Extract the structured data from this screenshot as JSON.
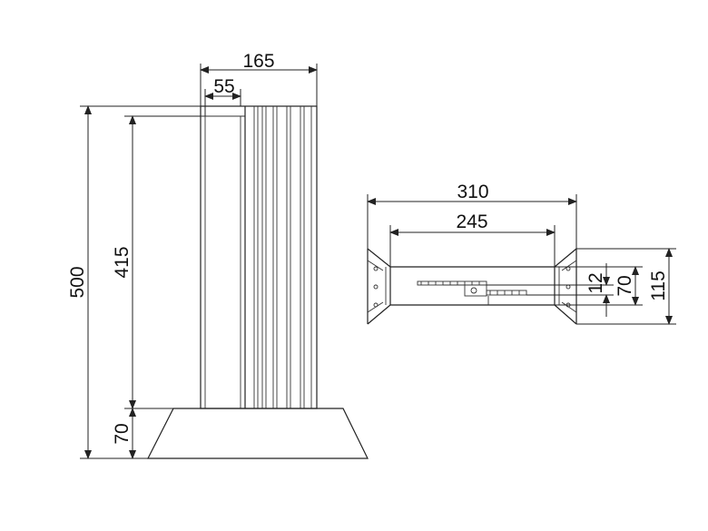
{
  "drawing": {
    "front_view": {
      "overall_width_label": "165",
      "inner_width_label": "55",
      "overall_height_label": "500",
      "column_height_label": "415",
      "base_height_label": "70"
    },
    "section_view": {
      "outer_width_label": "310",
      "inner_width_label": "245",
      "small_height_label": "12",
      "mid_height_label": "70",
      "overall_height_label": "115"
    }
  }
}
